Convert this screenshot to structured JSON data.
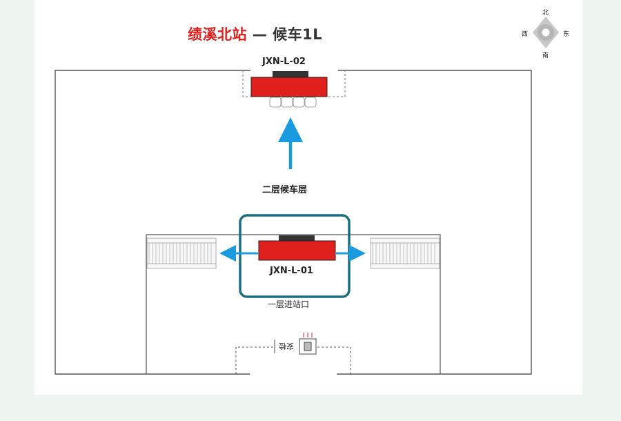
{
  "title": {
    "station": "绩溪北站",
    "separator": "—",
    "floor": "候车1L"
  },
  "compass": {
    "north": "北",
    "south": "南",
    "east": "东",
    "west": "西"
  },
  "screens": [
    {
      "id": "JXN-L-02"
    },
    {
      "id": "JXN-L-01"
    }
  ],
  "areas": {
    "upper": "二层候车层",
    "entrance": "一层进站口",
    "security": "安检"
  },
  "colors": {
    "screen_red": "#e0201c",
    "arrow_blue": "#1a9be0",
    "highlight_teal": "#1a6e7e",
    "wall": "#555555"
  },
  "icons": [
    "compass-icon",
    "up-arrow-icon",
    "left-arrow-icon",
    "right-arrow-icon",
    "escalator-icon",
    "security-gate-icon"
  ]
}
